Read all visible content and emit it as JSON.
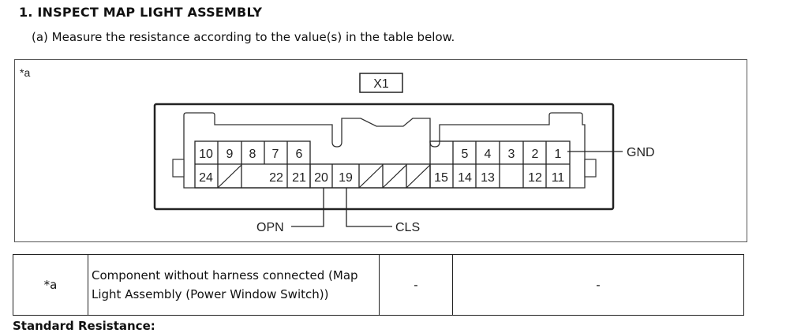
{
  "heading": "1. INSPECT MAP LIGHT ASSEMBLY",
  "instruction": "(a) Measure the resistance according to the value(s) in the table below.",
  "figure": {
    "callout": "*a",
    "connector_name": "X1",
    "top_row": [
      "10",
      "9",
      "8",
      "7",
      "6",
      "5",
      "4",
      "3",
      "2",
      "1"
    ],
    "bottom_row": [
      "24",
      "22",
      "21",
      "20",
      "19",
      "15",
      "14",
      "13",
      "12",
      "11"
    ],
    "labels": {
      "gnd": "GND",
      "opn": "OPN",
      "cls": "CLS"
    }
  },
  "legend": {
    "label": "*a",
    "description": "Component without harness connected (Map Light Assembly (Power Window Switch))",
    "col3": "-",
    "col4": "-"
  },
  "next_heading": "Standard Resistance:"
}
